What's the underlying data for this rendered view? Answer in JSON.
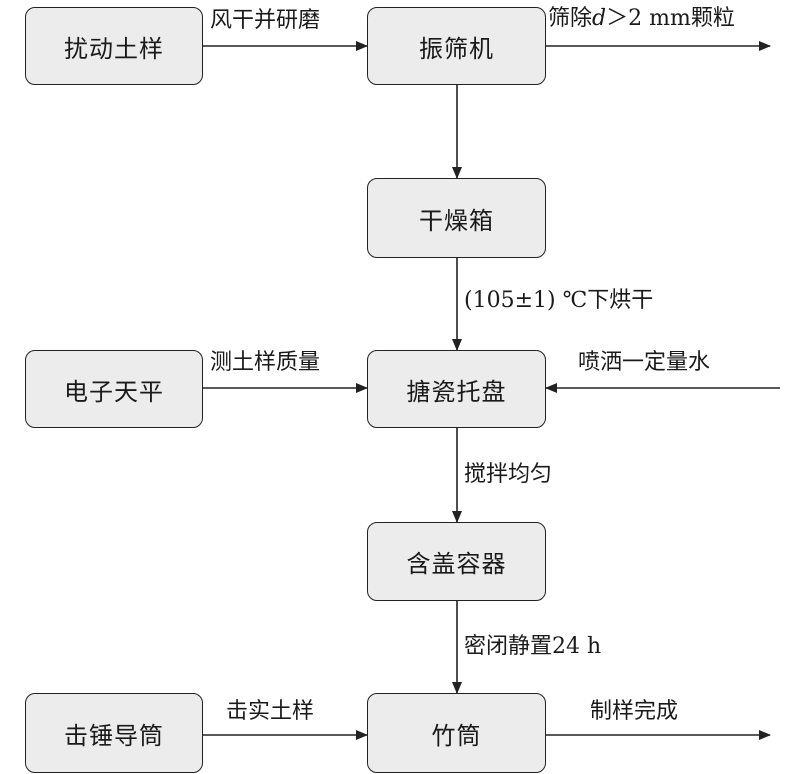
{
  "nodes": {
    "disturbed_soil": "扰动土样",
    "shaker": "振筛机",
    "oven": "干燥箱",
    "electronic_balance": "电子天平",
    "enamel_tray": "搪瓷托盘",
    "covered_container": "含盖容器",
    "hammer_tube": "击锤导筒",
    "bamboo_tube": "竹筒"
  },
  "edges": {
    "air_dry_grind": "风干并研磨",
    "sieve_prefix": "筛除",
    "sieve_var": "d",
    "sieve_suffix": "＞2 mm颗粒",
    "dry_at_temp": "(105±1) ℃下烘干",
    "weigh_soil": "测土样质量",
    "spray_water": "喷洒一定量水",
    "stir_evenly": "搅拌均匀",
    "seal_24h": "密闭静置24 h",
    "compact_soil": "击实土样",
    "sample_done": "制样完成"
  },
  "colors": {
    "box_fill": "#ececec",
    "stroke": "#222222"
  }
}
